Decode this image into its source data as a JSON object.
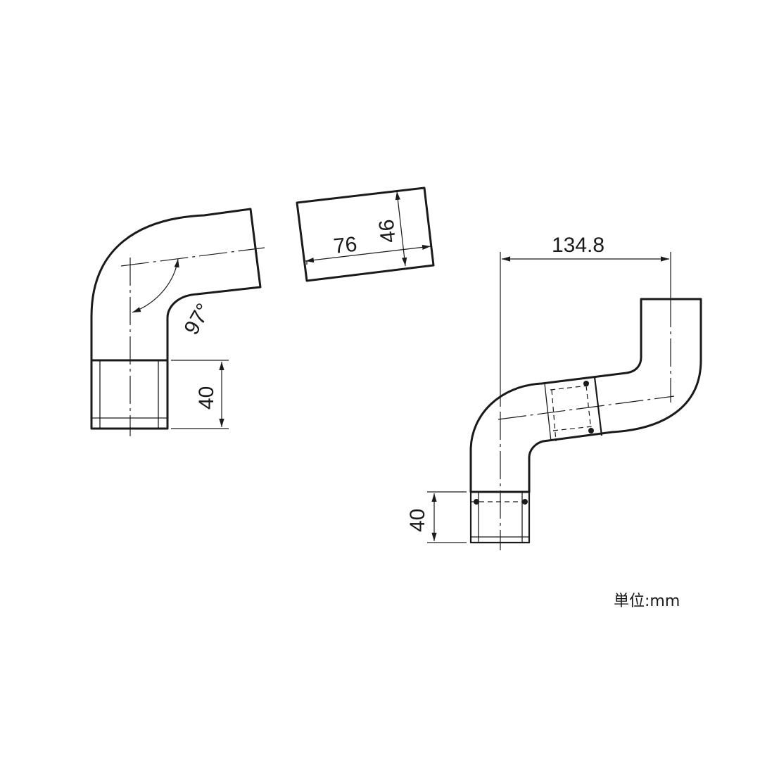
{
  "drawing": {
    "units_label": "単位:mm",
    "elbow_part": {
      "angle_label": "97°",
      "socket_length_label": "40"
    },
    "straight_pipe_part": {
      "length_label": "76",
      "width_label": "46"
    },
    "offset_part": {
      "offset_label": "134.8",
      "socket_length_label": "40"
    }
  },
  "colors": {
    "line": "#1a1a1a",
    "background": "#ffffff"
  }
}
